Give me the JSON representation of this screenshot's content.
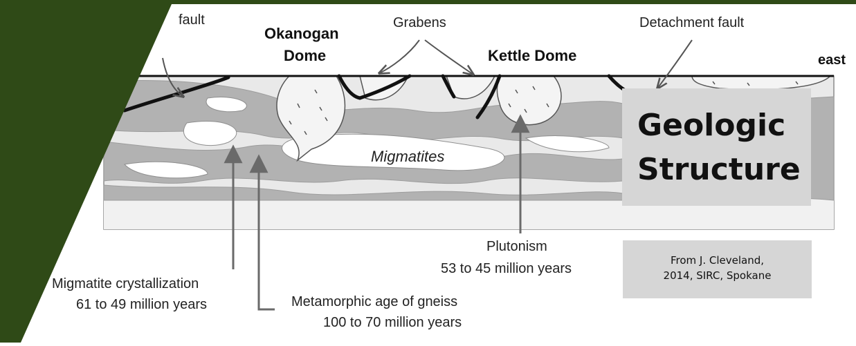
{
  "labels": {
    "fault_left": "fault",
    "okanogan_line1": "Okanogan",
    "okanogan_line2": "Dome",
    "grabens": "Grabens",
    "kettle_dome": "Kettle Dome",
    "detachment_fault": "Detachment fault",
    "east": "east",
    "migmatites": "Migmatites",
    "plutonism_line1": "Plutonism",
    "plutonism_line2": "53 to 45 million years",
    "migmatite_cryst_line1": "Migmatite crystallization",
    "migmatite_cryst_line2": "61 to 49 million years",
    "metamorphic_line1": "Metamorphic age of gneiss",
    "metamorphic_line2": "100 to 70 million years"
  },
  "title": {
    "line1": "Geologic",
    "line2": "Structure"
  },
  "credit": {
    "line1": "From J. Cleveland,",
    "line2": "2014, SIRC, Spokane"
  },
  "colors": {
    "accent_green": "#2f4a17",
    "box_gray": "#d6d6d6",
    "rock_gray": "#b2b2b2"
  }
}
